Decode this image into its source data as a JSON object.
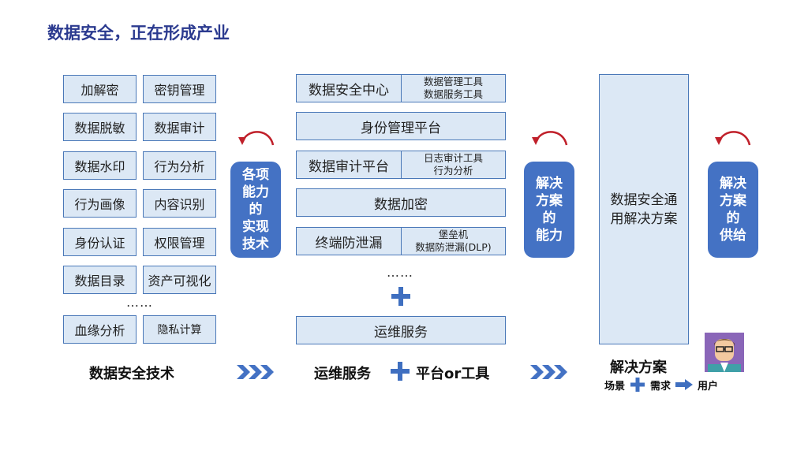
{
  "title": "数据安全，正在形成产业",
  "tech_cells": [
    [
      "加解密",
      "密钥管理"
    ],
    [
      "数据脱敏",
      "数据审计"
    ],
    [
      "数据水印",
      "行为分析"
    ],
    [
      "行为画像",
      "内容识别"
    ],
    [
      "身份认证",
      "权限管理"
    ],
    [
      "数据目录",
      "资产可视化"
    ]
  ],
  "tech_dots": "……",
  "tech_last": [
    "血缘分析",
    "隐私计算"
  ],
  "tech_label": "数据安全技术",
  "pill1": "各项\n能力\n的\n实现\n技术",
  "platform": {
    "row1": {
      "main": "数据安全中心",
      "subs": [
        "数据管理工具",
        "数据服务工具"
      ]
    },
    "row2": "身份管理平台",
    "row3": {
      "main": "数据审计平台",
      "subs": [
        "日志审计工具",
        "行为分析"
      ]
    },
    "row4": "数据加密",
    "row5": {
      "main": "终端防泄漏",
      "subs": [
        "堡垒机",
        "数据防泄漏(DLP)"
      ]
    },
    "dots": "……",
    "ops": "运维服务"
  },
  "platform_label_left": "运维服务",
  "platform_label_right": "平台or工具",
  "pill2": "解决\n方案\n的\n能力",
  "solution_box": "数据安全通\n用解决方案",
  "solution_label": "解决方案",
  "solution_sub": [
    "场景",
    "需求",
    "用户"
  ],
  "pill3": "解决\n方案\n的\n供给",
  "colors": {
    "accent": "#4472c4",
    "title": "#2b3a8f",
    "cell_bg": "#dce8f5",
    "cell_border": "#4a78b8",
    "curve": "#c0202a"
  }
}
